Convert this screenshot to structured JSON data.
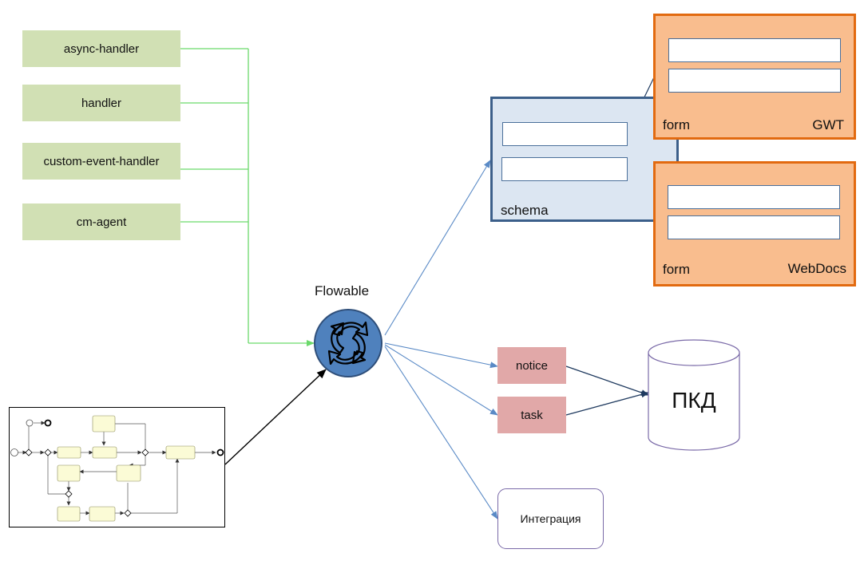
{
  "handlers": [
    "async-handler",
    "handler",
    "custom-event-handler",
    "cm-agent"
  ],
  "engine": {
    "label": "Flowable",
    "icon": "refresh-cycle-icon"
  },
  "schema": {
    "label": "schema"
  },
  "gwt_form": {
    "form_label": "form",
    "name": "GWT"
  },
  "webdocs_form": {
    "form_label": "form",
    "name": "WebDocs"
  },
  "notice": "notice",
  "task": "task",
  "db": {
    "label": "ПКД",
    "icon": "database-cylinder-icon"
  },
  "integration": "Интеграция",
  "bpmn": {
    "icon": "bpmn-process-diagram-icon"
  },
  "colors": {
    "handler_fill": "#d1e0b4",
    "handler_connector": "#6bd96b",
    "schema_fill": "#dce6f2",
    "schema_border": "#3c5f8a",
    "form_fill": "#f9bd8e",
    "form_border": "#e26a10",
    "task_fill": "#e1a8a8",
    "engine_fill": "#4f81bd",
    "arrow_blue": "#5a8ac6",
    "arrow_dark": "#1f3a5f"
  }
}
